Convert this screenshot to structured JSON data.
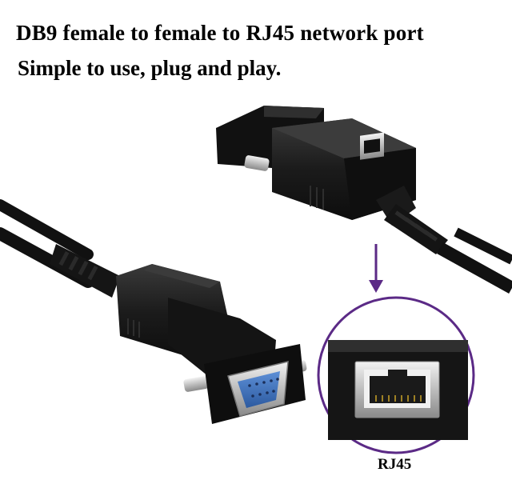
{
  "headline": {
    "line1": "DB9 female to female to RJ45 network port",
    "line2": "Simple to use, plug and play."
  },
  "callout": {
    "label": "RJ45",
    "ring_color": "#5b2a86",
    "arrow_color": "#5b2a86"
  },
  "colors": {
    "connector_body": "#1b1b1b",
    "cable": "#111111",
    "db9_face": "#3d6fb6",
    "metal": "#c9c9c9"
  }
}
